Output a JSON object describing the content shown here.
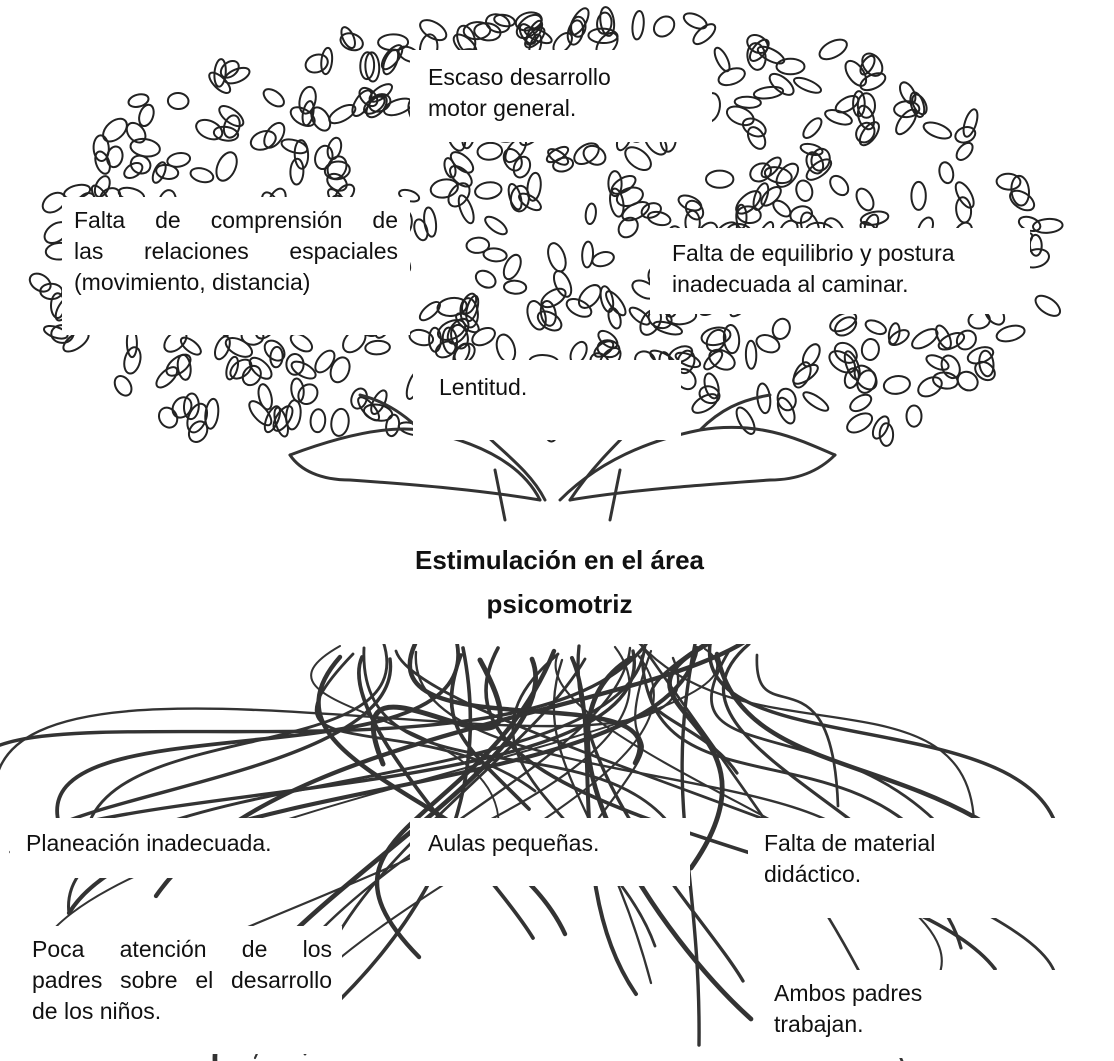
{
  "colors": {
    "ink": "#222222",
    "background": "#ffffff",
    "box": "#ffffff"
  },
  "trunk": {
    "title_line1": "Estimulación en el área",
    "title_line2": "psicomotriz"
  },
  "branches": {
    "escaso": "Escaso desarrollo\nmotor general.",
    "comprension_l1": "Falta de comprensión de",
    "comprension_l2": "las relaciones espaciales",
    "comprension_l3": "(movimiento, distancia)",
    "equilibrio": "Falta de equilibrio y postura\ninadecuada al caminar.",
    "lentitud": "Lentitud."
  },
  "roots": {
    "planeacion": "Planeación inadecuada.",
    "aulas": "Aulas pequeñas.",
    "material": "Falta de material\ndidáctico.",
    "atencion_l1": "Poca atención de los",
    "atencion_l2": "padres sobre el desarrollo",
    "atencion_l3": "de los niños.",
    "padres": "Ambos padres\ntrabajan."
  }
}
